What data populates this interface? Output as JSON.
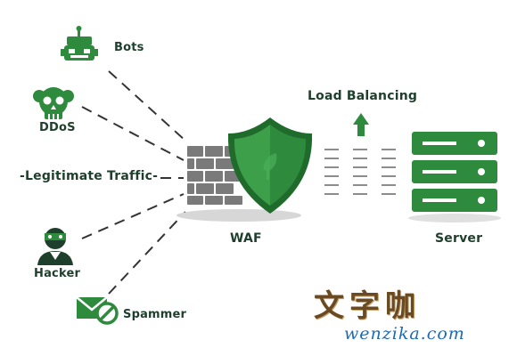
{
  "sources": {
    "bots": "Bots",
    "ddos": "DDoS",
    "legitimate": "-Legitimate Traffic-",
    "hacker": "Hacker",
    "spammer": "Spammer"
  },
  "firewall": {
    "label": "WAF"
  },
  "load_balancing": {
    "label": "Load Balancing"
  },
  "server": {
    "label": "Server"
  },
  "watermark": {
    "chinese": "文字咖",
    "site": "wenzika.com"
  },
  "colors": {
    "brand_green": "#2e8b3d",
    "dark_green": "#1f6b2c",
    "text": "#1e3f2b",
    "brick": "#7a7a7a"
  },
  "icons": {
    "bots": "robot-icon",
    "ddos": "skull-icon",
    "hacker": "masked-person-icon",
    "spammer": "blocked-mail-icon",
    "firewall": "brick-wall-icon",
    "shield": "shield-icon",
    "upload": "up-arrow-icon",
    "server": "server-rack-icon"
  }
}
